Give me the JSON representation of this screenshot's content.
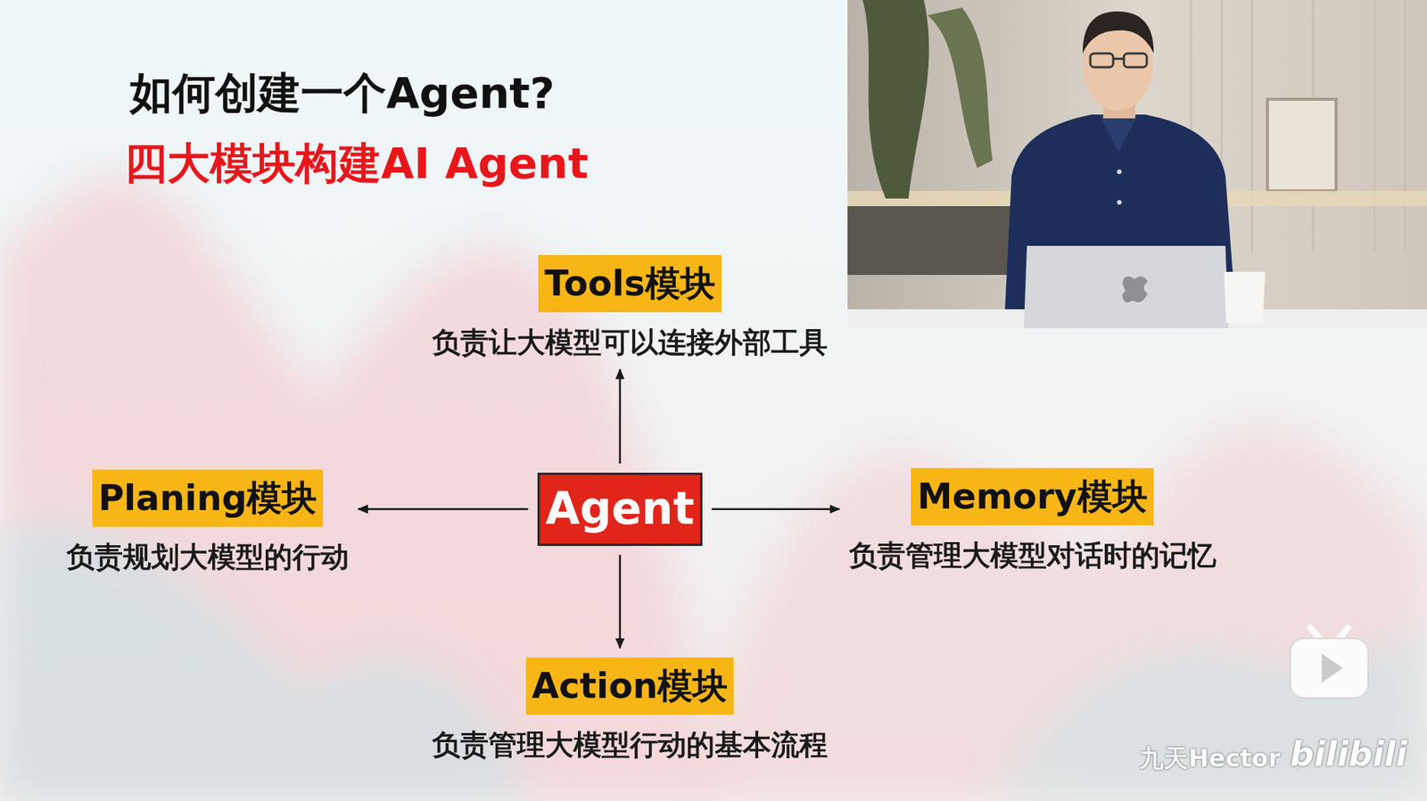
{
  "diagram": {
    "title": "如何创建一个Agent?",
    "nodes": [
      {
        "text": [
          "Tools模块",
          "负责让大模型可以连接外部工具"
        ]
      },
      {
        "text": [
          "Planing模块",
          "负责规划大模型的行动"
        ]
      },
      {
        "text": [
          "Agent"
        ]
      },
      {
        "text": [
          "Memory模块",
          "负责管理大模型对话时的记忆"
        ]
      },
      {
        "text": [
          "Action模块",
          "负责管理大模型行动的基本流程"
        ]
      }
    ],
    "edges": [
      {
        "from": 2,
        "to": 0,
        "arrow": "to"
      },
      {
        "from": 2,
        "to": 1,
        "arrow": "to"
      },
      {
        "from": 2,
        "to": 3,
        "arrow": "to"
      },
      {
        "from": 2,
        "to": 4,
        "arrow": "to"
      }
    ],
    "labels": [
      "四大模块构建AI Agent",
      "九天Hector",
      "bilibili"
    ]
  }
}
